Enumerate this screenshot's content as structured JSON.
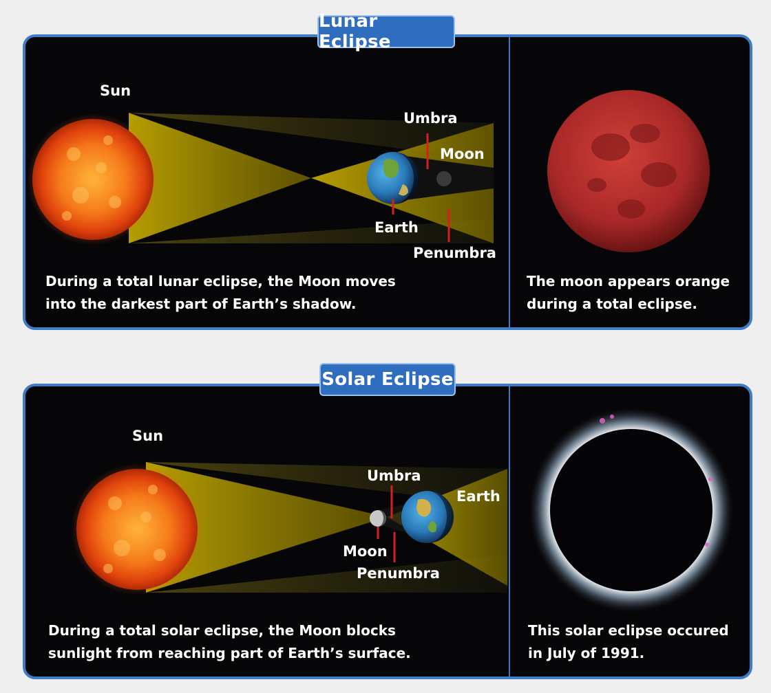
{
  "lunar": {
    "title": "Lunar Eclipse",
    "labels": {
      "sun": "Sun",
      "umbra": "Umbra",
      "moon": "Moon",
      "earth": "Earth",
      "penumbra": "Penumbra"
    },
    "caption_line1": "During a total lunar eclipse, the Moon moves",
    "caption_line2": "into the darkest part of Earth’s shadow.",
    "photo_caption_line1": "The moon appears orange",
    "photo_caption_line2": "during a total eclipse."
  },
  "solar": {
    "title": "Solar Eclipse",
    "labels": {
      "sun": "Sun",
      "umbra": "Umbra",
      "earth": "Earth",
      "moon": "Moon",
      "penumbra": "Penumbra"
    },
    "caption_line1": "During a total solar eclipse, the Moon blocks",
    "caption_line2": "sunlight from reaching part of Earth’s surface.",
    "photo_caption_line1": "This solar eclipse occured",
    "photo_caption_line2": "in July of 1991."
  },
  "colors": {
    "border": "#3f7cc7",
    "title_bg": "#2f6dbf",
    "beam": "#c9b300",
    "sun": "#f06a10",
    "blood_moon": "#b02a2a",
    "label_line": "#d81e1e"
  }
}
